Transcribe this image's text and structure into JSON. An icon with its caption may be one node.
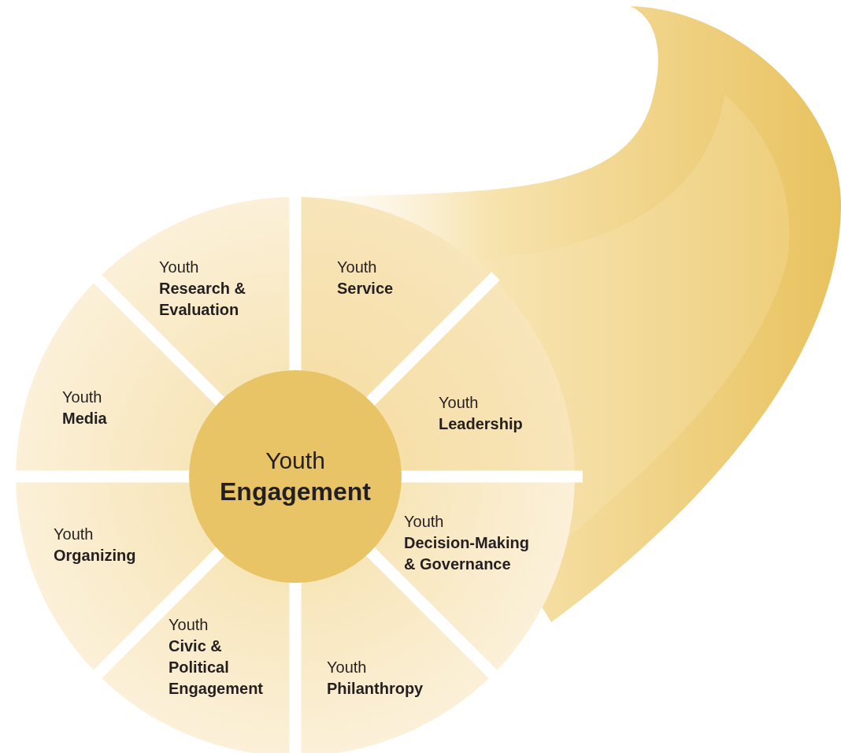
{
  "diagram": {
    "nodes": [
      {
        "text": [
          "Youth",
          "Research & Evaluation"
        ]
      },
      {
        "text": [
          "Youth",
          "Service"
        ]
      },
      {
        "text": [
          "Youth",
          "Media"
        ]
      },
      {
        "text": [
          "Youth",
          "Leadership"
        ]
      },
      {
        "text": [
          "Youth",
          "Engagement"
        ]
      },
      {
        "text": [
          "Youth",
          "Organizing"
        ]
      },
      {
        "text": [
          "Youth",
          "Decision-Making & Governance"
        ]
      },
      {
        "text": [
          "Youth",
          "Civic & Political Engagement"
        ]
      },
      {
        "text": [
          "Youth",
          "Philanthropy"
        ]
      }
    ]
  }
}
